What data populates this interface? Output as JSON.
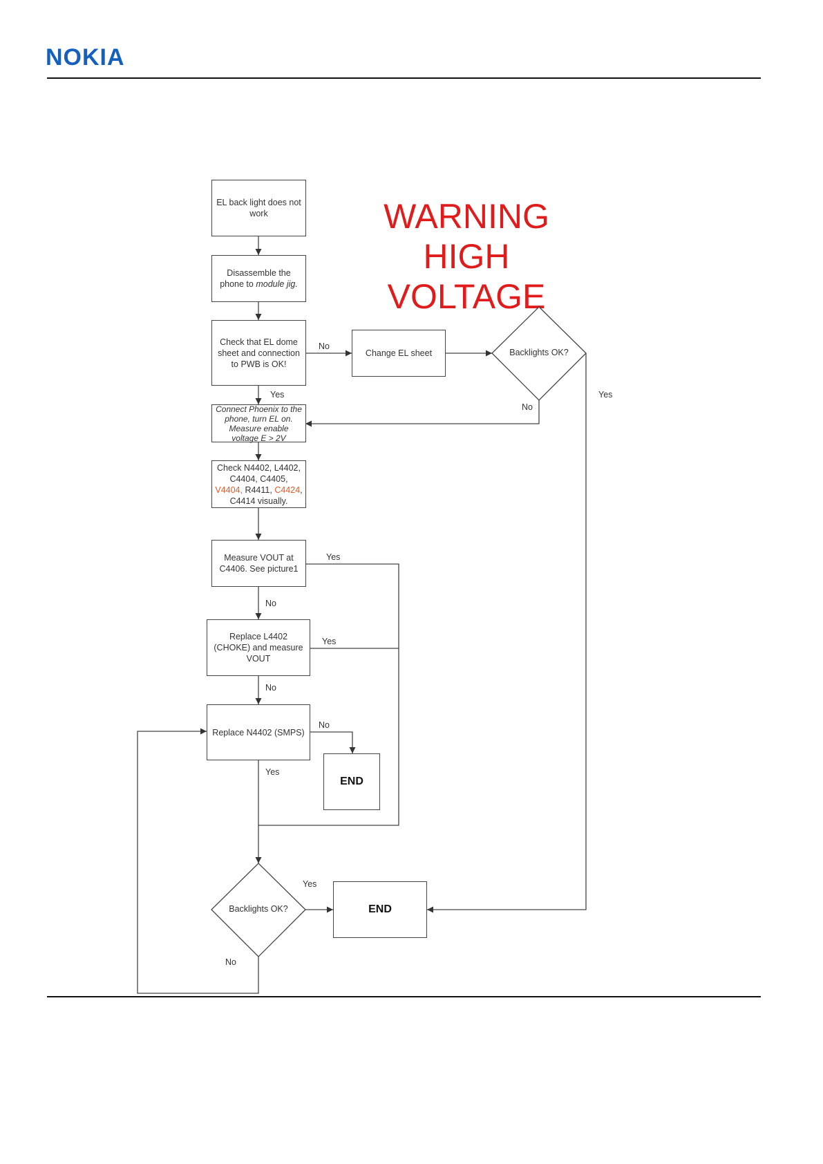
{
  "brand": {
    "logo_text": "NOKIA",
    "color": "#1560bd"
  },
  "warning": {
    "line1": "WARNING",
    "line2": "HIGH",
    "line3": "VOLTAGE",
    "color": "#e01b1b"
  },
  "nodes": {
    "el_backlight": "EL back light does not work",
    "disassemble_prefix": "Disassemble the phone to ",
    "disassemble_italic": "module jig.",
    "check_dome": "Check that EL dome sheet and connection to PWB is OK!",
    "change_el": "Change EL sheet",
    "backlights_ok_1": "Backlights OK?",
    "connect_phoenix": "Connect Phoenix to the phone, turn EL on. Measure enable voltage E > 2V",
    "check_components": {
      "p1": "Check N4402, L4402, C4404, C4405, ",
      "r1": "V4404,",
      "p2": " R4411, ",
      "r2": "C4424",
      "p3": ", C4414 visually."
    },
    "measure_vout": "Measure VOUT at C4406. See picture1",
    "replace_l4402": "Replace L4402 (CHOKE) and measure VOUT",
    "replace_n4402": "Replace N4402 (SMPS)",
    "end_1": "END",
    "backlights_ok_2": "Backlights OK?",
    "end_2": "END"
  },
  "edge_labels": {
    "dome_no": "No",
    "dome_yes": "Yes",
    "bl1_no": "No",
    "bl1_yes": "Yes",
    "vout_yes": "Yes",
    "vout_no": "No",
    "choke_yes": "Yes",
    "choke_no": "No",
    "smps_no": "No",
    "smps_yes": "Yes",
    "bl2_yes": "Yes",
    "bl2_no": "No"
  },
  "colors": {
    "line": "#444444",
    "highlight": "#e05a2b"
  }
}
